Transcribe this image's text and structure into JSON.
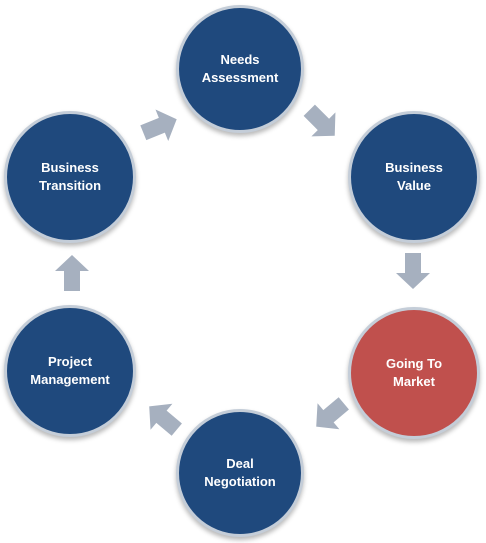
{
  "colors": {
    "node_blue": "#1f497d",
    "node_red": "#c0504d",
    "node_border": "#c4cdd8",
    "arrow_gray": "#a6b0bf",
    "label_white": "#ffffff"
  },
  "cycle": {
    "nodes": [
      {
        "id": "needs-assessment",
        "label": "Needs\nAssessment",
        "color": "blue"
      },
      {
        "id": "business-value",
        "label": "Business\nValue",
        "color": "blue"
      },
      {
        "id": "going-to-market",
        "label": "Going To\nMarket",
        "color": "red"
      },
      {
        "id": "deal-negotiation",
        "label": "Deal\nNegotiation",
        "color": "blue"
      },
      {
        "id": "project-management",
        "label": "Project\nManagement",
        "color": "blue"
      },
      {
        "id": "business-transition",
        "label": "Business\nTransition",
        "color": "blue"
      }
    ],
    "arrow_direction": "clockwise",
    "arrow_icon": "block-arrow-icon"
  }
}
